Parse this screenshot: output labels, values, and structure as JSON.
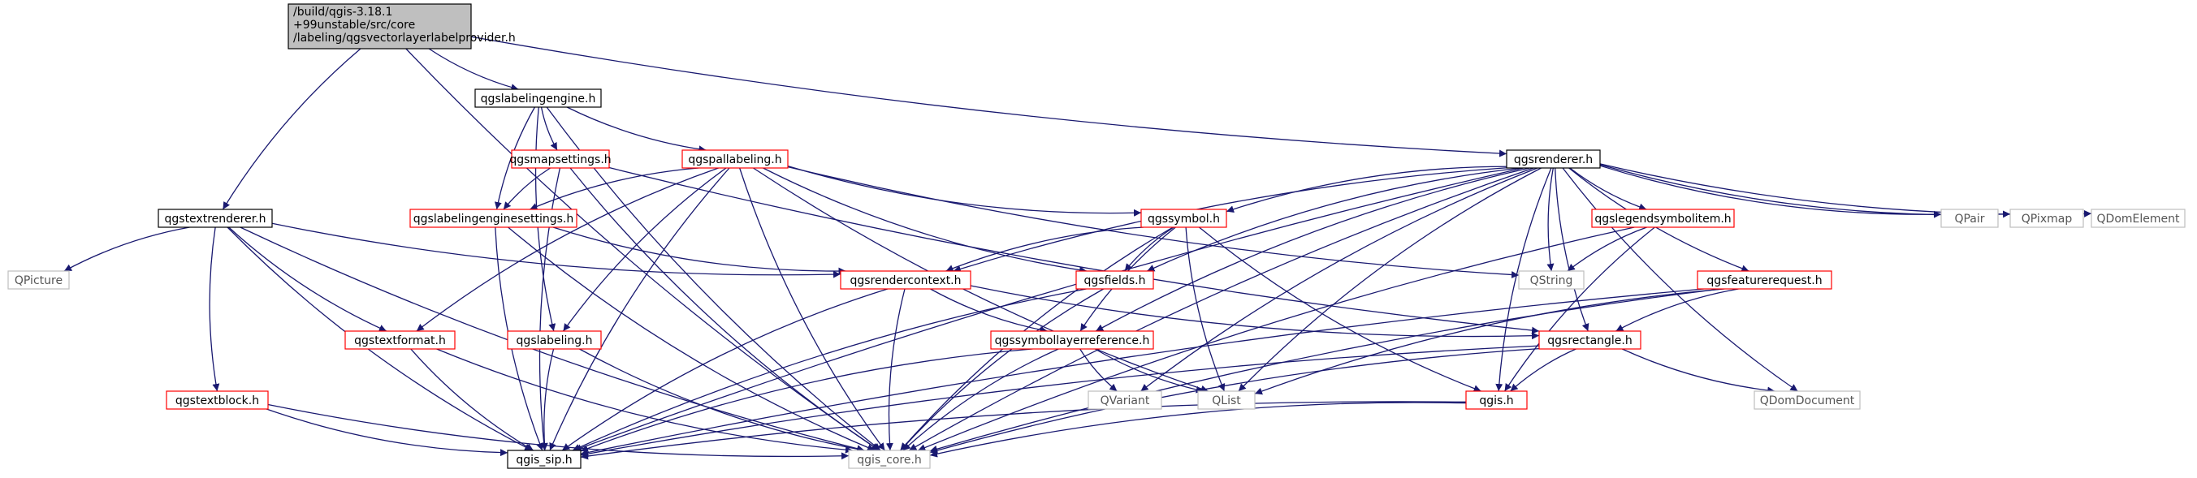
{
  "diagram": {
    "type": "include-dependency-graph",
    "colors": {
      "edge": "#191970",
      "root_fill": "#bfbfbf",
      "root_border": "#000000",
      "doc_border": "#000000",
      "incomplete_border": "#ff0000",
      "external_border": "#bfbfbf",
      "external_text": "#555555",
      "node_fill": "#ffffff"
    },
    "nodes": [
      {
        "id": "root",
        "lines": [
          "/build/qgis-3.18.1",
          "+99unstable/src/core",
          "/labeling/qgsvectorlayerlabelprovider.h"
        ],
        "kind": "root"
      },
      {
        "id": "labelingengine",
        "lines": [
          "qgslabelingengine.h"
        ],
        "kind": "doc"
      },
      {
        "id": "renderer",
        "lines": [
          "qgsrenderer.h"
        ],
        "kind": "doc"
      },
      {
        "id": "textrenderer",
        "lines": [
          "qgstextrenderer.h"
        ],
        "kind": "doc"
      },
      {
        "id": "mapsettings",
        "lines": [
          "qgsmapsettings.h"
        ],
        "kind": "incomplete"
      },
      {
        "id": "pallabeling",
        "lines": [
          "qgspallabeling.h"
        ],
        "kind": "incomplete"
      },
      {
        "id": "labelingenginesettings",
        "lines": [
          "qgslabelingenginesettings.h"
        ],
        "kind": "incomplete"
      },
      {
        "id": "symbol",
        "lines": [
          "qgssymbol.h"
        ],
        "kind": "incomplete"
      },
      {
        "id": "legendsymbolitem",
        "lines": [
          "qgslegendsymbolitem.h"
        ],
        "kind": "incomplete"
      },
      {
        "id": "picture",
        "lines": [
          "QPicture"
        ],
        "kind": "external"
      },
      {
        "id": "rendercontext",
        "lines": [
          "qgsrendercontext.h"
        ],
        "kind": "incomplete"
      },
      {
        "id": "fields",
        "lines": [
          "qgsfields.h"
        ],
        "kind": "incomplete"
      },
      {
        "id": "qstring",
        "lines": [
          "QString"
        ],
        "kind": "external"
      },
      {
        "id": "featurerequest",
        "lines": [
          "qgsfeaturerequest.h"
        ],
        "kind": "incomplete"
      },
      {
        "id": "qpair",
        "lines": [
          "QPair"
        ],
        "kind": "external"
      },
      {
        "id": "qpixmap",
        "lines": [
          "QPixmap"
        ],
        "kind": "external"
      },
      {
        "id": "qdomelement",
        "lines": [
          "QDomElement"
        ],
        "kind": "external"
      },
      {
        "id": "textformat",
        "lines": [
          "qgstextformat.h"
        ],
        "kind": "incomplete"
      },
      {
        "id": "labeling",
        "lines": [
          "qgslabeling.h"
        ],
        "kind": "incomplete"
      },
      {
        "id": "symbollayerreference",
        "lines": [
          "qgssymbollayerreference.h"
        ],
        "kind": "incomplete"
      },
      {
        "id": "rectangle",
        "lines": [
          "qgsrectangle.h"
        ],
        "kind": "incomplete"
      },
      {
        "id": "textblock",
        "lines": [
          "qgstextblock.h"
        ],
        "kind": "incomplete"
      },
      {
        "id": "qvariant",
        "lines": [
          "QVariant"
        ],
        "kind": "external"
      },
      {
        "id": "qlist",
        "lines": [
          "QList"
        ],
        "kind": "external"
      },
      {
        "id": "qgis",
        "lines": [
          "qgis.h"
        ],
        "kind": "incomplete"
      },
      {
        "id": "qdomdocument",
        "lines": [
          "QDomDocument"
        ],
        "kind": "external"
      },
      {
        "id": "qgissip",
        "lines": [
          "qgis_sip.h"
        ],
        "kind": "doc"
      },
      {
        "id": "qgiscore",
        "lines": [
          "qgis_core.h"
        ],
        "kind": "external"
      }
    ],
    "edges": [
      [
        "root",
        "labelingengine"
      ],
      [
        "root",
        "renderer"
      ],
      [
        "root",
        "textrenderer"
      ],
      [
        "root",
        "qgiscore"
      ],
      [
        "labelingengine",
        "mapsettings"
      ],
      [
        "labelingengine",
        "pallabeling"
      ],
      [
        "labelingengine",
        "labelingenginesettings"
      ],
      [
        "labelingengine",
        "labeling"
      ],
      [
        "labelingengine",
        "qgiscore"
      ],
      [
        "mapsettings",
        "labelingenginesettings"
      ],
      [
        "mapsettings",
        "qgissip"
      ],
      [
        "mapsettings",
        "qgiscore"
      ],
      [
        "mapsettings",
        "rectangle"
      ],
      [
        "pallabeling",
        "labelingenginesettings"
      ],
      [
        "pallabeling",
        "symbol"
      ],
      [
        "pallabeling",
        "fields"
      ],
      [
        "pallabeling",
        "textformat"
      ],
      [
        "pallabeling",
        "labeling"
      ],
      [
        "pallabeling",
        "qstring"
      ],
      [
        "pallabeling",
        "qlist"
      ],
      [
        "pallabeling",
        "qgissip"
      ],
      [
        "pallabeling",
        "qgiscore"
      ],
      [
        "labelingenginesettings",
        "rendercontext"
      ],
      [
        "labelingenginesettings",
        "qgissip"
      ],
      [
        "labelingenginesettings",
        "qgiscore"
      ],
      [
        "textrenderer",
        "picture"
      ],
      [
        "textrenderer",
        "rendercontext"
      ],
      [
        "textrenderer",
        "textformat"
      ],
      [
        "textrenderer",
        "textblock"
      ],
      [
        "textrenderer",
        "qgissip"
      ],
      [
        "textrenderer",
        "qgiscore"
      ],
      [
        "renderer",
        "symbol"
      ],
      [
        "renderer",
        "fields"
      ],
      [
        "renderer",
        "rendercontext"
      ],
      [
        "renderer",
        "legendsymbolitem"
      ],
      [
        "renderer",
        "featurerequest"
      ],
      [
        "renderer",
        "qstring"
      ],
      [
        "renderer",
        "qpair"
      ],
      [
        "renderer",
        "qpixmap"
      ],
      [
        "renderer",
        "qdomelement"
      ],
      [
        "renderer",
        "symbollayerreference"
      ],
      [
        "renderer",
        "rectangle"
      ],
      [
        "renderer",
        "qvariant"
      ],
      [
        "renderer",
        "qlist"
      ],
      [
        "renderer",
        "qgis"
      ],
      [
        "renderer",
        "qdomdocument"
      ],
      [
        "renderer",
        "qgissip"
      ],
      [
        "renderer",
        "qgiscore"
      ],
      [
        "symbol",
        "rendercontext"
      ],
      [
        "symbol",
        "fields"
      ],
      [
        "symbol",
        "symbollayerreference"
      ],
      [
        "symbol",
        "qlist"
      ],
      [
        "symbol",
        "qgis"
      ],
      [
        "symbol",
        "qgiscore"
      ],
      [
        "legendsymbolitem",
        "qstring"
      ],
      [
        "legendsymbolitem",
        "qgis"
      ],
      [
        "legendsymbolitem",
        "qgiscore"
      ],
      [
        "rendercontext",
        "symbollayerreference"
      ],
      [
        "rendercontext",
        "rectangle"
      ],
      [
        "rendercontext",
        "qgissip"
      ],
      [
        "rendercontext",
        "qgiscore"
      ],
      [
        "fields",
        "qgissip"
      ],
      [
        "fields",
        "qgiscore"
      ],
      [
        "featurerequest",
        "rectangle"
      ],
      [
        "featurerequest",
        "qlist"
      ],
      [
        "featurerequest",
        "qgissip"
      ],
      [
        "featurerequest",
        "qgiscore"
      ],
      [
        "textformat",
        "qgissip"
      ],
      [
        "textformat",
        "qgiscore"
      ],
      [
        "labeling",
        "qgissip"
      ],
      [
        "labeling",
        "qgiscore"
      ],
      [
        "symbollayerreference",
        "qvariant"
      ],
      [
        "symbollayerreference",
        "qlist"
      ],
      [
        "symbollayerreference",
        "qgissip"
      ],
      [
        "symbollayerreference",
        "qgiscore"
      ],
      [
        "rectangle",
        "qgis"
      ],
      [
        "rectangle",
        "qdomdocument"
      ],
      [
        "rectangle",
        "qgissip"
      ],
      [
        "rectangle",
        "qgiscore"
      ],
      [
        "textblock",
        "qgissip"
      ],
      [
        "textblock",
        "qgiscore"
      ],
      [
        "qgis",
        "qgissip"
      ],
      [
        "qgis",
        "qgiscore"
      ]
    ]
  }
}
